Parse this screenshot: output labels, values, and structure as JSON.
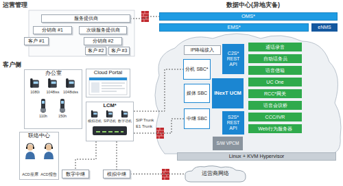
{
  "diagram": {
    "nodes": [
      {
        "text": [
          "服务提供商"
        ]
      },
      {
        "text": [
          "分销商 #1"
        ]
      },
      {
        "text": [
          "次级服务提供商"
        ]
      },
      {
        "text": [
          "客户 #1"
        ]
      },
      {
        "text": [
          "分销商 #2"
        ]
      },
      {
        "text": [
          "客户 #2"
        ]
      },
      {
        "text": [
          "客户 #3"
        ]
      },
      {
        "text": [
          "办公室"
        ]
      },
      {
        "text": [
          "Cloud Portal"
        ]
      },
      {
        "text": [
          "LCM*"
        ]
      },
      {
        "text": [
          "联络中心"
        ]
      },
      {
        "text": [
          "数字中继"
        ]
      },
      {
        "text": [
          "模拟中继"
        ]
      },
      {
        "text": [
          "OMS*"
        ]
      },
      {
        "text": [
          "EMS*"
        ]
      },
      {
        "text": [
          "eNMS"
        ]
      },
      {
        "text": [
          "IP终端接入"
        ]
      },
      {
        "text": [
          "C2S* REST API"
        ]
      },
      {
        "text": [
          "分机 SBC*"
        ]
      },
      {
        "text": [
          "媒体 SBC"
        ]
      },
      {
        "text": [
          "中继 SBC"
        ]
      },
      {
        "text": [
          "INexT UCM"
        ]
      },
      {
        "text": [
          "S2S* REST API"
        ]
      },
      {
        "text": [
          "S/W VPCM"
        ]
      },
      {
        "text": [
          "通话录音"
        ]
      },
      {
        "text": [
          "自动话务员"
        ]
      },
      {
        "text": [
          "语音信箱"
        ]
      },
      {
        "text": [
          "UC One"
        ]
      },
      {
        "text": [
          "RCC*网关"
        ]
      },
      {
        "text": [
          "语音会议桥"
        ]
      },
      {
        "text": [
          "CCC/IVR"
        ]
      },
      {
        "text": [
          "Web行为服务器"
        ]
      },
      {
        "text": [
          "Linux + KVM Hypervisor"
        ]
      },
      {
        "text": [
          "运营商网络"
        ]
      }
    ],
    "edges": [
      {
        "from": 0,
        "to": 13,
        "arrow": "none"
      },
      {
        "from": 9,
        "to": 18,
        "arrow": "none"
      },
      {
        "from": 9,
        "to": 20,
        "arrow": "none"
      },
      {
        "from": 12,
        "to": 33,
        "arrow": "none"
      },
      {
        "from": 9,
        "to": 11,
        "arrow": "none"
      },
      {
        "from": 9,
        "to": 12,
        "arrow": "none"
      }
    ],
    "labels": [
      "运营管理",
      "客户侧",
      "1080i",
      "1048iss",
      "1048idss",
      "110h",
      "150h",
      "模拟话机",
      "SIP话机",
      "数字话机",
      "ACD座席",
      "ACD报告",
      "SIP Trunk",
      "E1 Trunk",
      "数据中心(异地灾备)"
    ]
  }
}
